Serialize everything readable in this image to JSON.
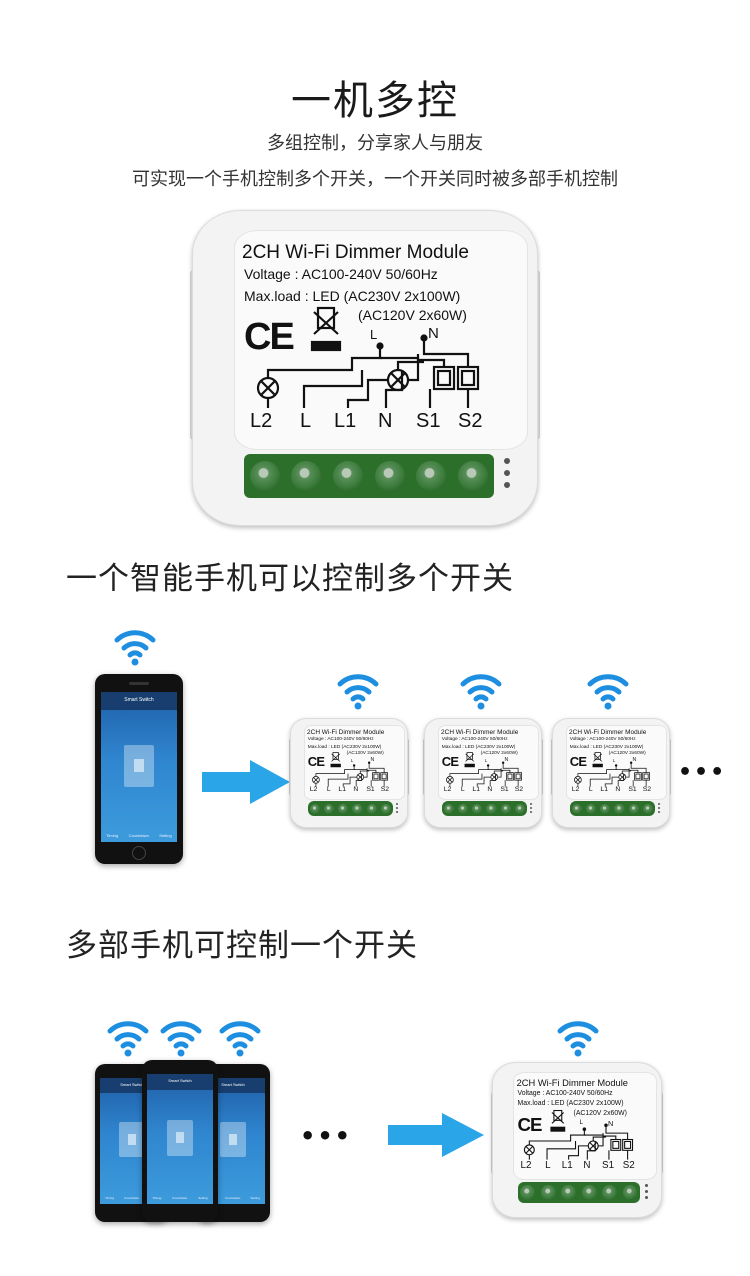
{
  "header": {
    "title": "一机多控",
    "subtitle_1": "多组控制，分享家人与朋友",
    "subtitle_2": "可实现一个手机控制多个开关，一个开关同时被多部手机控制"
  },
  "module": {
    "title": "2CH Wi-Fi Dimmer Module",
    "voltage": "Voltage : AC100-240V 50/60Hz",
    "maxload": "Max.load : LED (AC230V 2x100W)",
    "maxload_2": "(AC120V 2x60W)",
    "ce_mark": "CE",
    "wire_top_l": "L",
    "wire_top_n": "N",
    "terminal_labels": [
      "L2",
      "L",
      "L1",
      "N",
      "S1",
      "S2"
    ]
  },
  "section_1": {
    "heading": "一个智能手机可以控制多个开关",
    "more": "•••"
  },
  "section_2": {
    "heading": "多部手机可控制一个开关",
    "more": "•••"
  },
  "phone_app": {
    "app_title": "Smart Switch",
    "tabs": [
      "Timing",
      "Countdown",
      "Setting"
    ]
  },
  "colors": {
    "wifi": "#1e8fe0",
    "arrow": "#2aa5e8",
    "terminal_green": "#2b6f2b"
  }
}
